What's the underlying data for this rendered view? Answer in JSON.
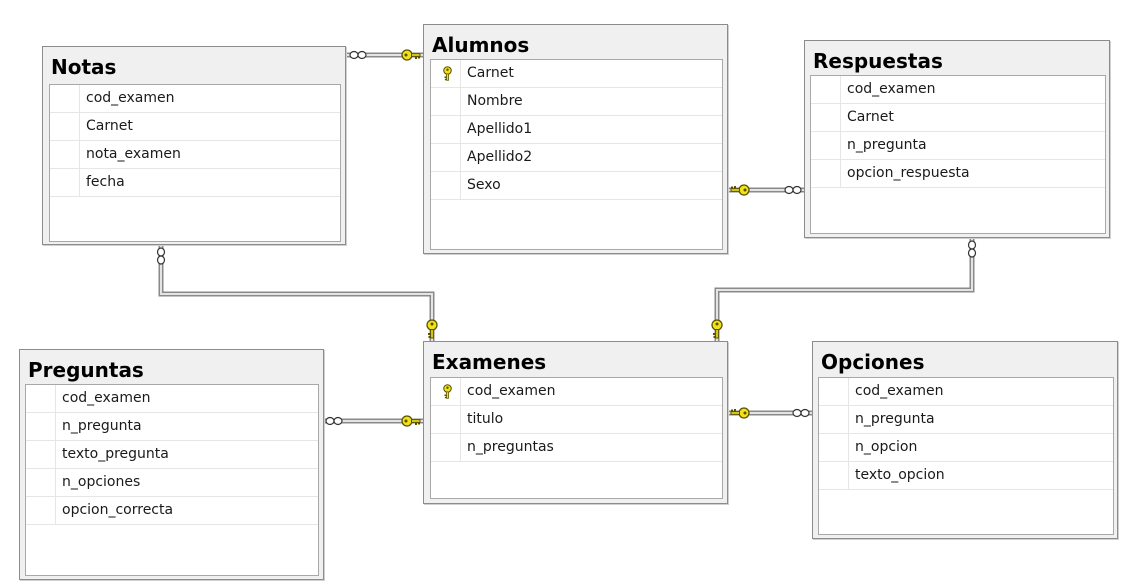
{
  "diagram": {
    "tables": [
      {
        "id": "notas",
        "title": "Notas",
        "columns": [
          {
            "name": "cod_examen",
            "pk": false
          },
          {
            "name": "Carnet",
            "pk": false
          },
          {
            "name": "nota_examen",
            "pk": false
          },
          {
            "name": "fecha",
            "pk": false
          }
        ]
      },
      {
        "id": "alumnos",
        "title": "Alumnos",
        "columns": [
          {
            "name": "Carnet",
            "pk": true
          },
          {
            "name": "Nombre",
            "pk": false
          },
          {
            "name": "Apellido1",
            "pk": false
          },
          {
            "name": "Apellido2",
            "pk": false
          },
          {
            "name": "Sexo",
            "pk": false
          }
        ]
      },
      {
        "id": "respuestas",
        "title": "Respuestas",
        "columns": [
          {
            "name": "cod_examen",
            "pk": false
          },
          {
            "name": "Carnet",
            "pk": false
          },
          {
            "name": "n_pregunta",
            "pk": false
          },
          {
            "name": "opcion_respuesta",
            "pk": false
          }
        ]
      },
      {
        "id": "preguntas",
        "title": "Preguntas",
        "columns": [
          {
            "name": "cod_examen",
            "pk": false
          },
          {
            "name": "n_pregunta",
            "pk": false
          },
          {
            "name": "texto_pregunta",
            "pk": false
          },
          {
            "name": "n_opciones",
            "pk": false
          },
          {
            "name": "opcion_correcta",
            "pk": false
          }
        ]
      },
      {
        "id": "examenes",
        "title": "Examenes",
        "columns": [
          {
            "name": "cod_examen",
            "pk": true
          },
          {
            "name": "titulo",
            "pk": false
          },
          {
            "name": "n_preguntas",
            "pk": false
          }
        ]
      },
      {
        "id": "opciones",
        "title": "Opciones",
        "columns": [
          {
            "name": "cod_examen",
            "pk": false
          },
          {
            "name": "n_pregunta",
            "pk": false
          },
          {
            "name": "n_opcion",
            "pk": false
          },
          {
            "name": "texto_opcion",
            "pk": false
          }
        ]
      }
    ],
    "relationships": [
      {
        "one": "alumnos",
        "many": "notas"
      },
      {
        "one": "alumnos",
        "many": "respuestas"
      },
      {
        "one": "examenes",
        "many": "notas"
      },
      {
        "one": "examenes",
        "many": "respuestas"
      },
      {
        "one": "examenes",
        "many": "preguntas"
      },
      {
        "one": "examenes",
        "many": "opciones"
      }
    ],
    "colors": {
      "key_fill": "#f2e21a",
      "key_stroke": "#5a5000",
      "connector": "#8a8a8a",
      "connector_light": "#e4e4e4"
    }
  }
}
